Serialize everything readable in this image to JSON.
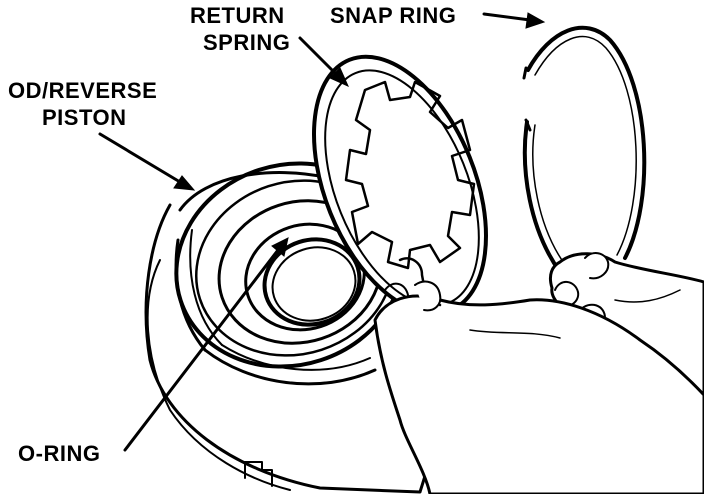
{
  "labels": {
    "return_spring_line1": "RETURN",
    "return_spring_line2": "SPRING",
    "snap_ring": "SNAP RING",
    "od_reverse_piston_line1": "OD/REVERSE",
    "od_reverse_piston_line2": "PISTON",
    "o_ring": "O-RING"
  },
  "colors": {
    "ink": "#000000",
    "paper": "#ffffff"
  }
}
